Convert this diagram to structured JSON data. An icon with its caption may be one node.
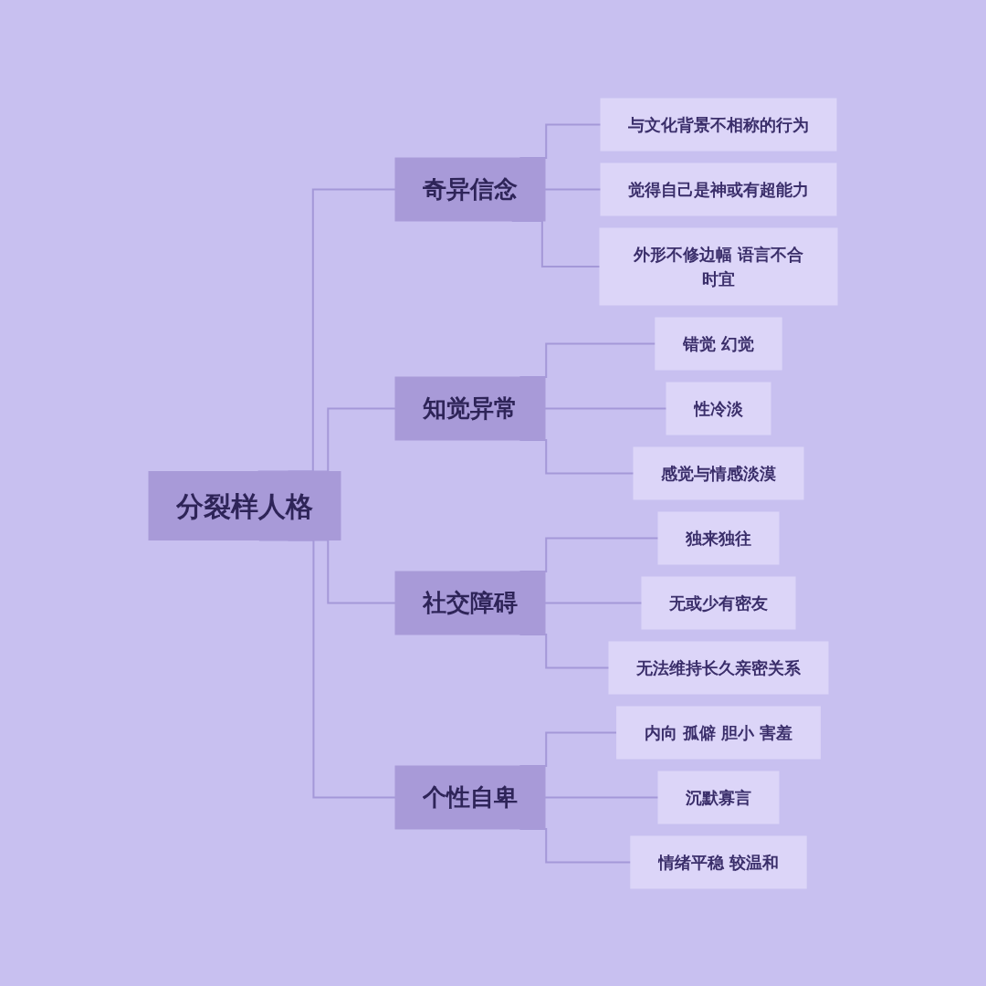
{
  "diagram": {
    "nodes": [
      {
        "text": [
          "分裂样人格"
        ]
      },
      {
        "text": [
          "奇异信念"
        ]
      },
      {
        "text": [
          "与文化背景不相称的行为"
        ]
      },
      {
        "text": [
          "觉得自己是神或有超能力"
        ]
      },
      {
        "text": [
          "外形不修边幅 语言不合时宜"
        ]
      },
      {
        "text": [
          "知觉异常"
        ]
      },
      {
        "text": [
          "错觉 幻觉"
        ]
      },
      {
        "text": [
          "性冷淡"
        ]
      },
      {
        "text": [
          "感觉与情感淡漠"
        ]
      },
      {
        "text": [
          "社交障碍"
        ]
      },
      {
        "text": [
          "独来独往"
        ]
      },
      {
        "text": [
          "无或少有密友"
        ]
      },
      {
        "text": [
          "无法维持长久亲密关系"
        ]
      },
      {
        "text": [
          "个性自卑"
        ]
      },
      {
        "text": [
          "内向 孤僻 胆小 害羞"
        ]
      },
      {
        "text": [
          "沉默寡言"
        ]
      },
      {
        "text": [
          "情绪平稳 较温和"
        ]
      }
    ],
    "edges": [
      {
        "from": 0,
        "to": 1,
        "arrow": "none"
      },
      {
        "from": 1,
        "to": 2,
        "arrow": "none"
      },
      {
        "from": 1,
        "to": 3,
        "arrow": "none"
      },
      {
        "from": 1,
        "to": 4,
        "arrow": "none"
      },
      {
        "from": 0,
        "to": 5,
        "arrow": "none"
      },
      {
        "from": 5,
        "to": 6,
        "arrow": "none"
      },
      {
        "from": 5,
        "to": 7,
        "arrow": "none"
      },
      {
        "from": 5,
        "to": 8,
        "arrow": "none"
      },
      {
        "from": 0,
        "to": 9,
        "arrow": "none"
      },
      {
        "from": 9,
        "to": 10,
        "arrow": "none"
      },
      {
        "from": 9,
        "to": 11,
        "arrow": "none"
      },
      {
        "from": 9,
        "to": 12,
        "arrow": "none"
      },
      {
        "from": 0,
        "to": 13,
        "arrow": "none"
      },
      {
        "from": 13,
        "to": 14,
        "arrow": "none"
      },
      {
        "from": 13,
        "to": 15,
        "arrow": "none"
      },
      {
        "from": 13,
        "to": 16,
        "arrow": "none"
      }
    ]
  }
}
